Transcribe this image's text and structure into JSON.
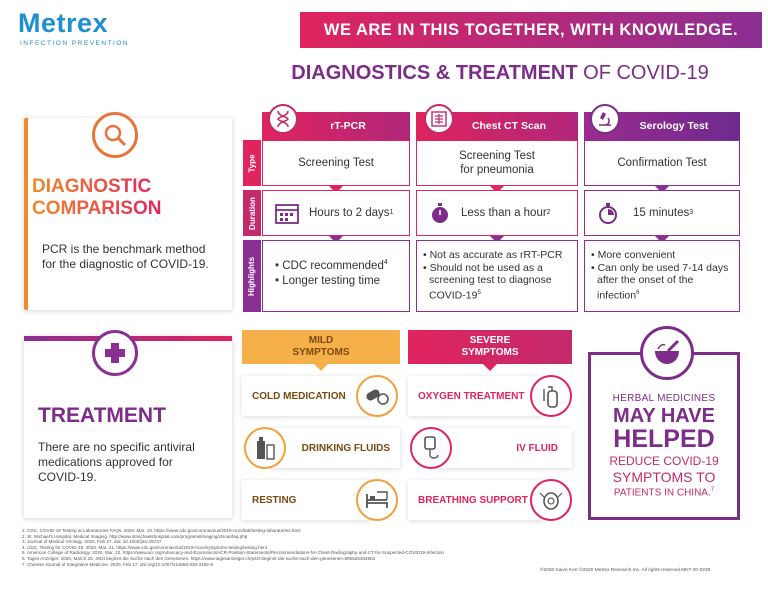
{
  "header": {
    "logo": "Metrex",
    "logo_sub": "INFECTION PREVENTION",
    "banner": "WE ARE IN THIS TOGETHER, WITH KNOWLEDGE.",
    "title_bold": "DIAGNOSTICS & TREATMENT",
    "title_light": " OF COVID-19"
  },
  "diagnostic": {
    "title_line1": "DIAGNOSTIC",
    "title_line2": "COMPARISON",
    "text": "PCR is the benchmark method for the diagnostic of COVID-19."
  },
  "treatment": {
    "title": "TREATMENT",
    "text": "There are no specific antiviral medications approved for COVID-19."
  },
  "row_labels": {
    "type": "Type",
    "duration": "Duration",
    "highlights": "Highlights"
  },
  "tests": [
    {
      "name": "rT-PCR",
      "type": "Screening Test",
      "duration": "Hours to 2 days",
      "duration_ref": "1",
      "highlights": [
        "CDC recommended",
        "Longer testing time"
      ],
      "highlight_refs": [
        "4",
        ""
      ]
    },
    {
      "name": "Chest CT Scan",
      "type": "Screening Test for pneumonia",
      "duration": "Less than a hour",
      "duration_ref": "2",
      "highlights": [
        "Not as accurate as rRT-PCR",
        "Should not be used as a screening test to diagnose COVID-19"
      ],
      "highlight_refs": [
        "",
        "5"
      ]
    },
    {
      "name": "Serology Test",
      "type": "Confirmation Test",
      "duration": "15 minutes",
      "duration_ref": "3",
      "highlights": [
        "More convenient",
        "Can only be used 7-14 days after the onset of the infection"
      ],
      "highlight_refs": [
        "",
        "6"
      ]
    }
  ],
  "mild": {
    "heading_line1": "MILD",
    "heading_line2": "SYMPTOMS",
    "items": [
      "COLD MEDICATION",
      "DRINKING FLUIDS",
      "RESTING"
    ]
  },
  "severe": {
    "heading_line1": "SEVERE",
    "heading_line2": "SYMPTOMS",
    "items": [
      "OXYGEN TREATMENT",
      "IV FLUID",
      "BREATHING SUPPORT"
    ]
  },
  "herbal": {
    "line1": "HERBAL MEDICINES",
    "line2": "MAY HAVE",
    "line3": "HELPED",
    "line4": "REDUCE COVID-19",
    "line5": "SYMPTOMS TO",
    "line6": "PATIENTS IN CHINA.",
    "ref": "7"
  },
  "footnotes": [
    "1. CDC. COVID-19 Testing at Laboratories FAQs. 2020, Mar. 10. https://www.cdc.gov/coronavirus/2019-ncov/lab/testing-laboratories.html",
    "2. St. Michael's Hospital. Medical Imaging. http://www.stmichaelshospital.com/programs/imaging/ctscanfaq.php",
    "3. Journal of Medical Virology. 2020, Feb 27. doi: 10.1002/jmv.25727",
    "4. CDC. Testing for COVID-19. 2020, Mar. 21. https://www.cdc.gov/coronavirus/2019-ncov/symptoms-testing/testing.html",
    "5. American College of Radiology. 2020, Mar. 22. https://www.acr.org/Advocacy-and-Economics/ACR-Position-Statements/Recommendations-for-Chest-Radiography-and-CT-for-Suspected-COVID19-Infection",
    "6. Tages Anzeiger. 2020, March 26. Jetzt beginnt die Suche nach den Genesenen. https://www.tagesanzeiger.ch/jetzt-beginnt-die-suche-nach-den-genesenen-805626483803",
    "7. Chinese Journal of Integrative Medicine. 2020, Feb 17. doi.org/10.1007/s11655-020-3192-6"
  ],
  "copyright": "©2020 Kaivo Kerr ©2020 Metrex Research Inc. All rights reserved.MKT-20-0235"
}
